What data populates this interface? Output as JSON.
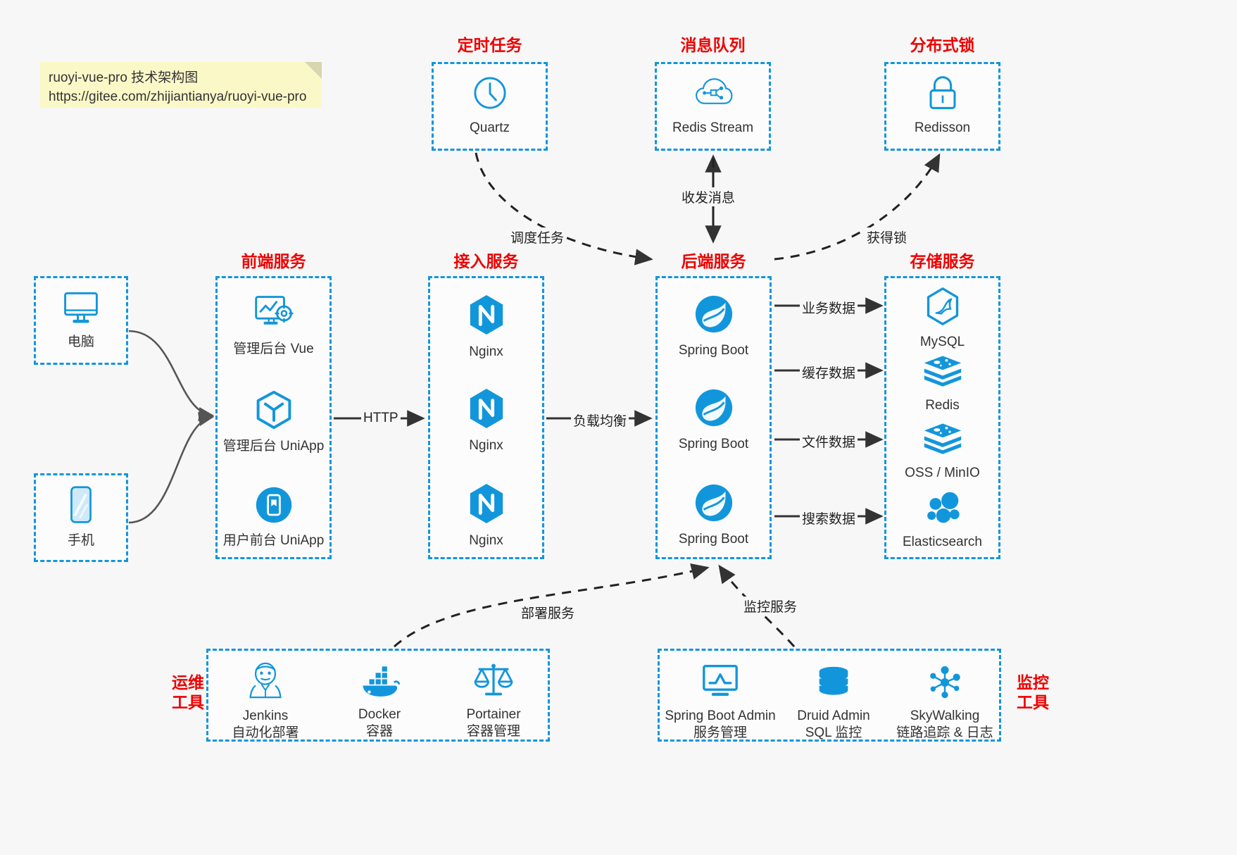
{
  "note": {
    "line1": "ruoyi-vue-pro 技术架构图",
    "line2": "https://gitee.com/zhijiantianya/ruoyi-vue-pro"
  },
  "colors": {
    "accent": "#1296db",
    "title_red": "#ee0000",
    "arrow": "#333333",
    "note_bg": "#fbf8c8",
    "canvas_bg": "#f7f7f7"
  },
  "groups": {
    "scheduled_task": {
      "title": "定时任务",
      "nodes": [
        {
          "label": "Quartz",
          "icon": "clock-icon"
        }
      ]
    },
    "message_queue": {
      "title": "消息队列",
      "nodes": [
        {
          "label": "Redis Stream",
          "icon": "cloud-network-icon"
        }
      ]
    },
    "distributed_lock": {
      "title": "分布式锁",
      "nodes": [
        {
          "label": "Redisson",
          "icon": "lock-icon"
        }
      ]
    },
    "clients": {
      "nodes": [
        {
          "label": "电脑",
          "icon": "desktop-monitor-icon"
        },
        {
          "label": "手机",
          "icon": "mobile-phone-icon"
        }
      ]
    },
    "frontend": {
      "title": "前端服务",
      "nodes": [
        {
          "label": "管理后台 Vue",
          "icon": "dashboard-gear-icon"
        },
        {
          "label": "管理后台 UniApp",
          "icon": "hexagon-cube-icon"
        },
        {
          "label": "用户前台 UniApp",
          "icon": "mobile-app-icon"
        }
      ]
    },
    "gateway": {
      "title": "接入服务",
      "nodes": [
        {
          "label": "Nginx",
          "icon": "nginx-icon"
        },
        {
          "label": "Nginx",
          "icon": "nginx-icon"
        },
        {
          "label": "Nginx",
          "icon": "nginx-icon"
        }
      ]
    },
    "backend": {
      "title": "后端服务",
      "nodes": [
        {
          "label": "Spring Boot",
          "icon": "spring-leaf-icon"
        },
        {
          "label": "Spring Boot",
          "icon": "spring-leaf-icon"
        },
        {
          "label": "Spring Boot",
          "icon": "spring-leaf-icon"
        }
      ]
    },
    "storage": {
      "title": "存储服务",
      "nodes": [
        {
          "label": "MySQL",
          "icon": "mysql-dolphin-icon"
        },
        {
          "label": "Redis",
          "icon": "redis-stack-icon"
        },
        {
          "label": "OSS / MinIO",
          "icon": "object-storage-icon"
        },
        {
          "label": "Elasticsearch",
          "icon": "elasticsearch-icon"
        }
      ]
    },
    "devops_tools": {
      "title_line1": "运维",
      "title_line2": "工具",
      "nodes": [
        {
          "label": "Jenkins",
          "sublabel": "自动化部署",
          "icon": "jenkins-butler-icon"
        },
        {
          "label": "Docker",
          "sublabel": "容器",
          "icon": "docker-whale-icon"
        },
        {
          "label": "Portainer",
          "sublabel": "容器管理",
          "icon": "scales-balance-icon"
        }
      ]
    },
    "monitor_tools": {
      "title_line1": "监控",
      "title_line2": "工具",
      "nodes": [
        {
          "label": "Spring Boot Admin",
          "sublabel": "服务管理",
          "icon": "monitor-chart-icon"
        },
        {
          "label": "Druid Admin",
          "sublabel": "SQL 监控",
          "icon": "database-cylinder-icon"
        },
        {
          "label": "SkyWalking",
          "sublabel": "链路追踪 & 日志",
          "icon": "node-graph-icon"
        }
      ]
    }
  },
  "edges": [
    {
      "label": "HTTP",
      "from": "frontend",
      "to": "gateway"
    },
    {
      "label": "负载均衡",
      "from": "gateway",
      "to": "backend"
    },
    {
      "label": "调度任务",
      "from": "scheduled_task",
      "to": "backend"
    },
    {
      "label": "收发消息",
      "from": "message_queue",
      "to": "backend"
    },
    {
      "label": "获得锁",
      "from": "backend",
      "to": "distributed_lock"
    },
    {
      "label": "业务数据",
      "from": "backend",
      "to": "storage_mysql"
    },
    {
      "label": "缓存数据",
      "from": "backend",
      "to": "storage_redis"
    },
    {
      "label": "文件数据",
      "from": "backend",
      "to": "storage_oss"
    },
    {
      "label": "搜索数据",
      "from": "backend",
      "to": "storage_es"
    },
    {
      "label": "部署服务",
      "from": "devops_tools",
      "to": "backend"
    },
    {
      "label": "监控服务",
      "from": "monitor_tools",
      "to": "backend"
    }
  ]
}
